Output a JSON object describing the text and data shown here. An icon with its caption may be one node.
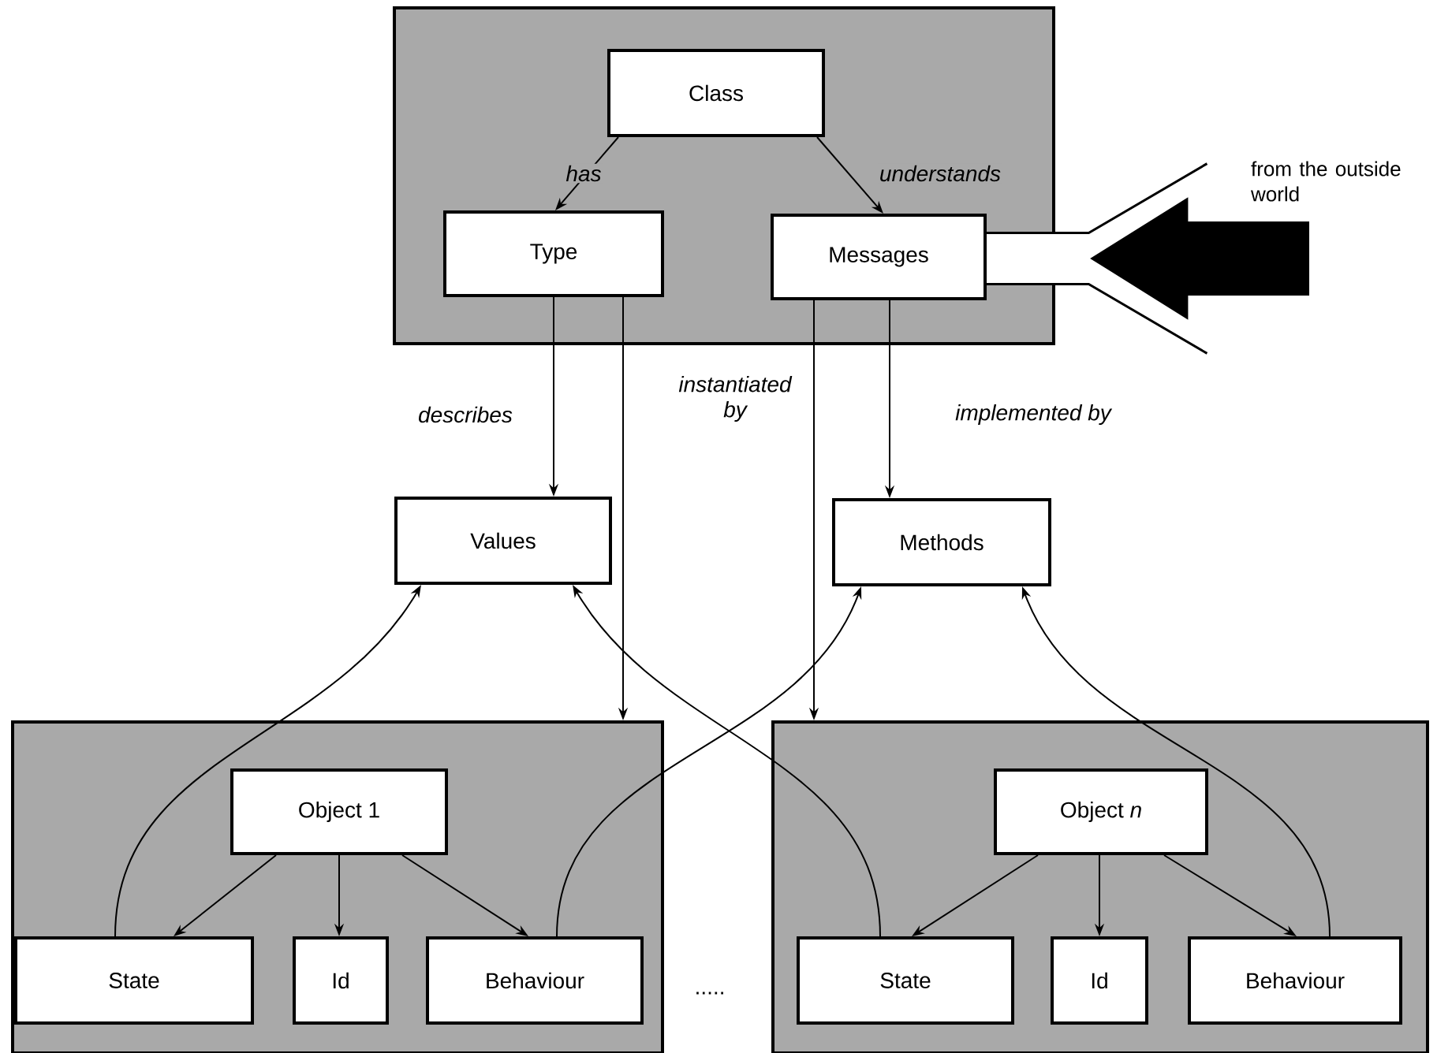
{
  "diagram": {
    "nodes": [
      {
        "text": [],
        "shape": "box"
      },
      {
        "text": [
          "Class"
        ],
        "in": 0
      },
      {
        "text": [
          "Type"
        ],
        "in": 0
      },
      {
        "text": [
          "Messages"
        ],
        "in": 0
      },
      {
        "text": [
          "Values"
        ]
      },
      {
        "text": [
          "Methods"
        ]
      },
      {
        "text": [],
        "shape": "box"
      },
      {
        "text": [
          "Object 1"
        ],
        "in": 6
      },
      {
        "text": [
          "State"
        ],
        "in": 6
      },
      {
        "text": [
          "Id"
        ],
        "in": 6
      },
      {
        "text": [
          "Behaviour"
        ],
        "in": 6
      },
      {
        "text": [],
        "shape": "box"
      },
      {
        "text": [
          "Object *n*"
        ],
        "in": 11
      },
      {
        "text": [
          "State"
        ],
        "in": 11
      },
      {
        "text": [
          "Id"
        ],
        "in": 11
      },
      {
        "text": [
          "Behaviour"
        ],
        "in": 11
      },
      {
        "text": [],
        "shape": "channel"
      }
    ],
    "edges": [
      {
        "from": 1,
        "to": 2,
        "arrow": "to",
        "label": "has"
      },
      {
        "from": 1,
        "to": 3,
        "arrow": "to",
        "label": "understands"
      },
      {
        "from": 2,
        "to": 4,
        "arrow": "to",
        "label": "describes"
      },
      {
        "from": 2,
        "to": 6,
        "arrow": "to",
        "label": "instantiated by"
      },
      {
        "from": 3,
        "to": 11,
        "arrow": "to"
      },
      {
        "from": 3,
        "to": 5,
        "arrow": "to",
        "label": "implemented by"
      },
      {
        "from": 7,
        "to": 8,
        "arrow": "to"
      },
      {
        "from": 7,
        "to": 9,
        "arrow": "to"
      },
      {
        "from": 7,
        "to": 10,
        "arrow": "to"
      },
      {
        "from": 12,
        "to": 13,
        "arrow": "to"
      },
      {
        "from": 12,
        "to": 14,
        "arrow": "to"
      },
      {
        "from": 12,
        "to": 15,
        "arrow": "to"
      },
      {
        "from": 8,
        "to": 4,
        "arrow": "to"
      },
      {
        "from": 10,
        "to": 5,
        "arrow": "to"
      },
      {
        "from": 13,
        "to": 4,
        "arrow": "to"
      },
      {
        "from": 15,
        "to": 5,
        "arrow": "to"
      },
      {
        "from": null,
        "to": 16,
        "arrow": "to",
        "style": "thick",
        "label": "from the outside world"
      }
    ],
    "labels": [
      "....."
    ]
  }
}
